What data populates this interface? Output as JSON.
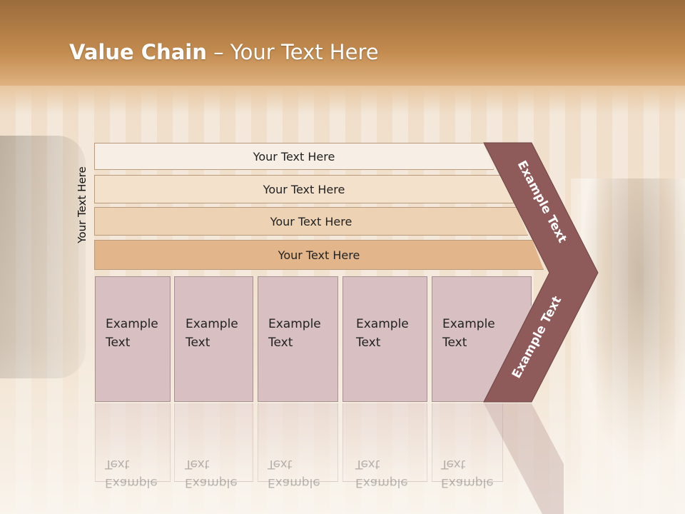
{
  "title": {
    "strong": "Value Chain",
    "rest": " – Your Text Here"
  },
  "side_label": "Your Text Here",
  "bars": [
    {
      "label": "Your Text Here"
    },
    {
      "label": "Your Text Here"
    },
    {
      "label": "Your Text Here"
    },
    {
      "label": "Your Text Here"
    }
  ],
  "boxes": [
    {
      "line1": "Example",
      "line2": "Text"
    },
    {
      "line1": "Example",
      "line2": "Text"
    },
    {
      "line1": "Example",
      "line2": "Text"
    },
    {
      "line1": "Example",
      "line2": "Text"
    },
    {
      "line1": "Example",
      "line2": "Text"
    }
  ],
  "chevron": {
    "upper": "Example Text",
    "lower": "Example Text",
    "color": "#8f5a5a"
  }
}
